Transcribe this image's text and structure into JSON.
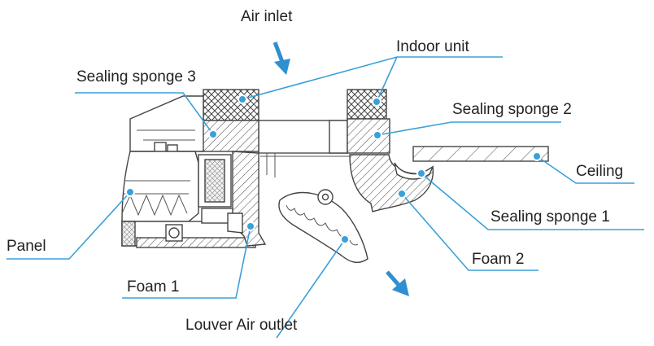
{
  "diagram": {
    "labels": {
      "air_inlet": "Air inlet",
      "indoor_unit": "Indoor unit",
      "sealing_sponge_3": "Sealing sponge 3",
      "sealing_sponge_2": "Sealing sponge 2",
      "ceiling": "Ceiling",
      "sealing_sponge_1": "Sealing sponge 1",
      "foam_2": "Foam 2",
      "panel": "Panel",
      "foam_1": "Foam 1",
      "louver_air_outlet": "Louver Air outlet"
    },
    "colors": {
      "leader": "#3aa0d8",
      "arrow": "#2f8fd0",
      "outline": "#444444"
    }
  }
}
